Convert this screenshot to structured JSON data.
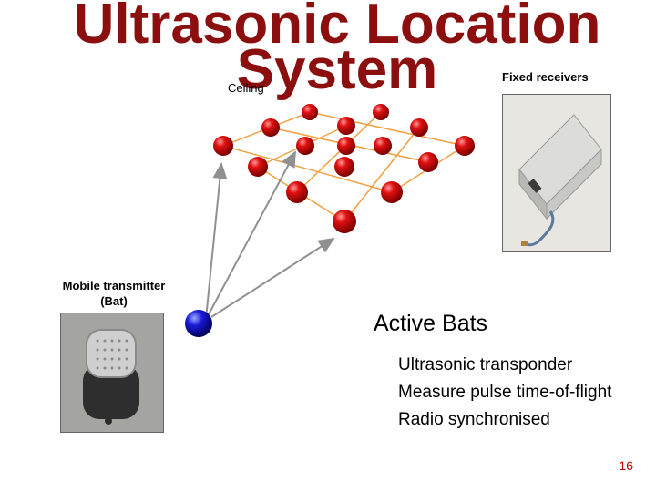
{
  "slide": {
    "title_line1": "Ultrasonic Location",
    "title_line2": "System",
    "ceiling_label": "Ceiling",
    "fixed_receivers_label": "Fixed receivers",
    "mobile_transmitter_label_line1": "Mobile transmitter",
    "mobile_transmitter_label_line2": "(Bat)",
    "active_bats_heading": "Active Bats",
    "bullets": [
      "Ultrasonic transponder",
      "Measure pulse time-of-flight",
      "Radio synchronised"
    ],
    "page_number": "16"
  },
  "colors": {
    "title": "#8b0f0f",
    "receiver_sphere": "#e01010",
    "grid_line": "#f0a040",
    "transmitter_sphere": "#1010d0",
    "arrow": "#909090",
    "page_number": "#c00000"
  },
  "icons": {
    "receiver": "red-sphere",
    "transmitter": "blue-sphere"
  }
}
